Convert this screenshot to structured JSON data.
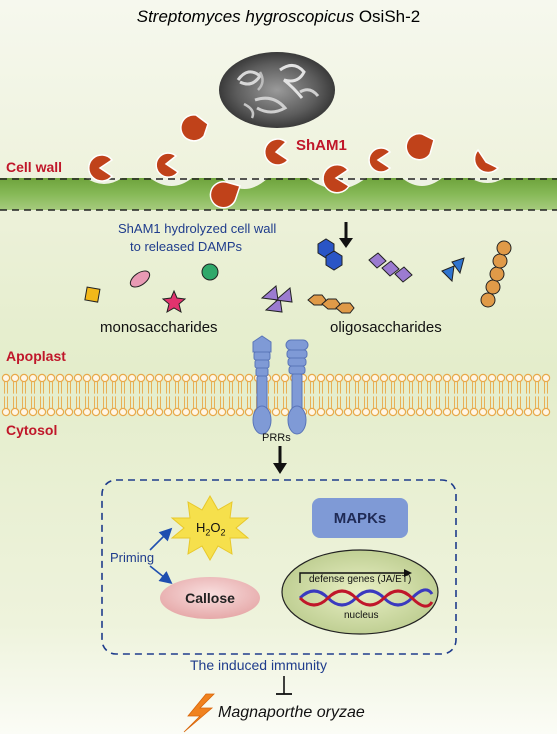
{
  "header": {
    "species_italic": "Streptomyces hygroscopicus",
    "strain": "OsiSh-2"
  },
  "labels": {
    "cell_wall": "Cell wall",
    "sham1": "ShAM1",
    "hydrolysis_line1": "ShAM1 hydrolyzed cell wall",
    "hydrolysis_line2": "to released DAMPs",
    "monosaccharides": "monosaccharides",
    "oligosaccharides": "oligosaccharides",
    "apoplast": "Apoplast",
    "cytosol": "Cytosol",
    "prrs": "PRRs",
    "h2o2_main": "H",
    "h2o2_sub1": "2",
    "h2o2_o": "O",
    "h2o2_sub2": "2",
    "mapks": "MAPKs",
    "priming": "Priming",
    "callose": "Callose",
    "defense_genes": "defense genes (JA/ET)",
    "nucleus": "nucleus",
    "induced_immunity": "The induced immunity",
    "pathogen": "Magnaporthe oryzae"
  },
  "colors": {
    "title_red": "#c0172a",
    "text_blue": "#1f3c8c",
    "cell_wall_green": "#7fb24a",
    "membrane_orange": "#e8a94a",
    "receptor_blue": "#7f9ad6",
    "pacman_red": "#c0421a",
    "mapks_box": "#7f9ad6",
    "callose_fill": "#f1c3c3",
    "nucleus_fill": "#d4dfa8",
    "h2o2_burst": "#f6e04c",
    "lightning": "#f0821e"
  }
}
